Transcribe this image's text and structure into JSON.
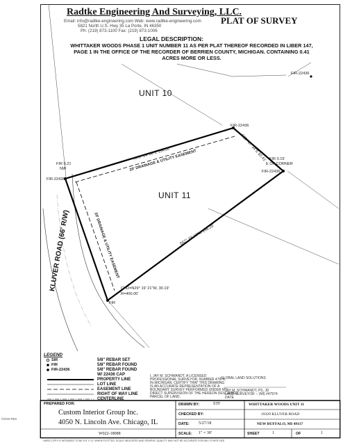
{
  "header": {
    "company": "Radtke Engineering And Surveying, LLC.",
    "contact_email": "Email: info@radtke-engineering.com   Web: www.radtke-engineering.com",
    "contact_address": "5821 North U.S. Hwy 35 La Porte, IN 46350",
    "contact_phone": "Ph: (219) 873-1100  Fax: (219) 873-1006",
    "title": "PLAT OF SURVEY"
  },
  "legal": {
    "heading": "LEGAL DESCRIPTION:",
    "line1": "WHITTAKER WOODS PHASE 1 UNIT NUMBER 11 AS PER PLAT THEREOF RECORDED IN LIBER 147,",
    "line2": "PAGE 1 IN THE OFFICE OF THE RECORDER OF BERRIEN COUNTY, MICHIGAN. CONTAINING 0.41",
    "line3": "ACRES MORE OR LESS."
  },
  "map": {
    "unit10": "UNIT 10",
    "unit11": "UNIT 11",
    "road": "KLUVER ROAD (66' R/W)",
    "easement_top": "20' DRAINAGE & UTILITY EASEMENT",
    "easement_left": "20' DRAINAGE & UTILITY EASEMENT",
    "bearing_top": "N70° 24' 00\"E 194.00'",
    "bearing_right": "S20° 07' 34\"E 82.41'",
    "bearing_bottom": "S57° 23' 18\"W 246.25'",
    "chord": "CHD=N29° 19' 21\"W, 30.19'",
    "radius": "R=400.00'",
    "fir_topright": "FIR-22436",
    "fir_top": "FIR-22436",
    "fir_right": "FIR-22436",
    "fir_right_note": "FIR 0.15'",
    "fir_right_note2": "E OF CORNER",
    "fir_nw": "FIR 0.21",
    "fir_nw2": "NW",
    "fir_left": "FIR-22436",
    "fir_bottom": "FIR"
  },
  "legend": {
    "title": "LEGEND",
    "items": [
      {
        "symbol": "SIR",
        "desc": "5/8\" REBAR SET"
      },
      {
        "symbol": "FIR",
        "desc": "5/8\" REBAR FOUND"
      },
      {
        "symbol": "FIR-22436",
        "desc": "5/8\" REBAR FOUND"
      },
      {
        "symbol": "",
        "desc": "W/ 22436 CAP"
      },
      {
        "symbol": "",
        "desc": "PROPERTY LINE"
      },
      {
        "symbol": "",
        "desc": "LOT LINE"
      },
      {
        "symbol": "",
        "desc": "EASEMENT LINE"
      },
      {
        "symbol": "",
        "desc": "RIGHT OF WAY LINE"
      },
      {
        "symbol": "",
        "desc": "CENTERLINE"
      }
    ]
  },
  "certification": {
    "line1": "I, JAY M. SCHWANDT, A LICENSED",
    "line2": "PROFESSIONAL SURVEYOR, NUMBER 47974,",
    "line3": "IN MICHIGAN, CERTIFY THAT THIS DRAWING",
    "line4": "IS AN ACCURATE REPRESENTATION OF A",
    "line5": "BOUNDARY SURVEY PERFORMED UNDER MY",
    "line6": "DIRECT SUPERVISION OF THE HEREON DESCRIBED",
    "line7": "PARCEL OF LAND.",
    "solutions": "GLOBAL LAND SOLUTIONS",
    "signer": "JAY M. SCHWANDT, PS, JD",
    "signer2": "LAND SURVEYOR -- (MI) #47974",
    "signer3": "DATE"
  },
  "title_block": {
    "prepared_label": "PREPARED FOR:",
    "client": "Custom Interior Group Inc.",
    "client_address": "4050 N. Lincoln Ave. Chicago, IL",
    "job": "W022-18088",
    "drawn_label": "DRAWN BY:",
    "drawn_val": "STF",
    "checked_label": "CHECKED BY:",
    "checked_val": "",
    "date_label": "DATE:",
    "date_val": "5/27/18",
    "scale_label": "SCALE:",
    "scale_val": "1\" = 30'",
    "project": "WHITTAKER WOODS UNIT 11",
    "address": "19329 KLUVER ROAD",
    "city": "NEW BUFFALO, MI 49117",
    "sheet_label": "SHEET",
    "sheet_num": "1",
    "of_label": "OF",
    "of_num": "1",
    "footnote": "HARD COPY IS INTENDED TO BE 8.5\" X 11\" WHEN PLOTTED. SCALE INDICATED AND GRAPHIC QUALITY MAY NOT BE ACCURATE FOR ANY OTHER SIZE."
  },
  "side_label": "©2019 RES"
}
